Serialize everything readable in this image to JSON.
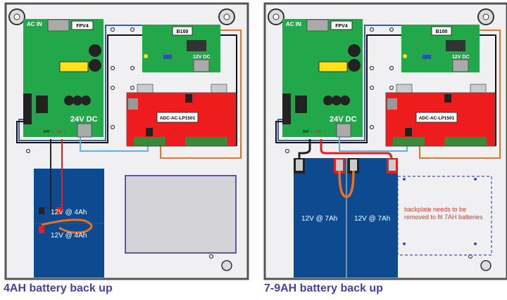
{
  "boards": {
    "fpv4": "FPV4",
    "ac_in": "AC IN",
    "dc24": "24V DC",
    "bat_minus": "BAT -",
    "bat_plus": "BAT +",
    "b100": "B100",
    "dc12": "12V DC",
    "panel": "ADC-AC-LP1501"
  },
  "left": {
    "caption": "4AH battery back up",
    "battery_top": "12V @ 4Ah",
    "battery_bottom": "12V @ 4Ah"
  },
  "right": {
    "caption": "7-9AH battery back up",
    "battery_left": "12V @ 7Ah",
    "battery_right": "12V @ 7Ah",
    "note_line1": "backplate needs to be",
    "note_line2": "removed to fit 7AH batteries"
  },
  "colors": {
    "board_green": "#22a84a",
    "panel_red": "#ee1c1c",
    "battery_blue": "#0d4a8f",
    "caption": "#4a3fa0",
    "note": "#d03a2a",
    "wire_orange": "#f07020",
    "wire_blue": "#3a5fb0",
    "wire_lightblue": "#5ab4e6"
  }
}
